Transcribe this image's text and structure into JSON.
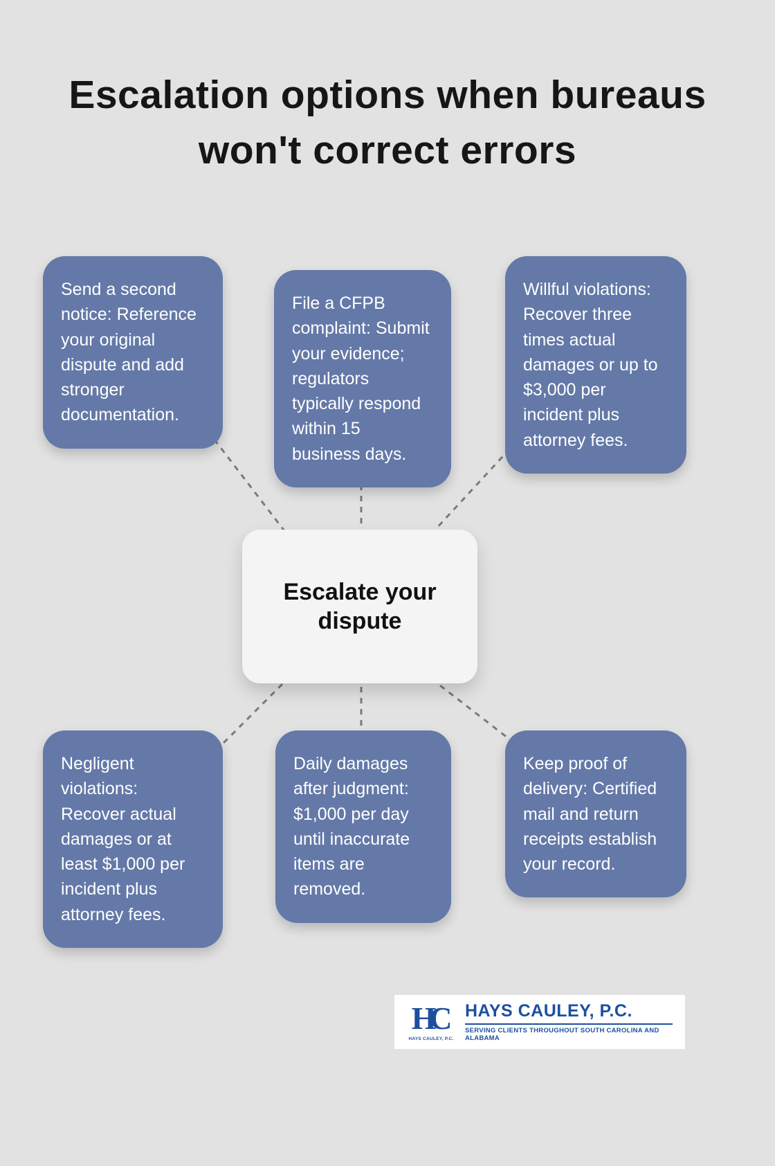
{
  "title": "Escalation options when bureaus won't correct errors",
  "center": {
    "label": "Escalate your dispute"
  },
  "nodes": [
    {
      "id": "top-left",
      "text": "Send a second notice: Reference your original dispute and add stronger documentation."
    },
    {
      "id": "top-middle",
      "text": "File a CFPB complaint: Submit your evidence; regulators typically respond within 15 business days."
    },
    {
      "id": "top-right",
      "text": "Willful violations: Recover three times actual damages or up to $3,000 per incident plus attorney fees."
    },
    {
      "id": "bottom-left",
      "text": "Negligent violations: Recover actual damages or at least $1,000 per incident plus attorney fees."
    },
    {
      "id": "bottom-middle",
      "text": "Daily damages after judgment: $1,000 per day until inaccurate items are removed."
    },
    {
      "id": "bottom-right",
      "text": "Keep proof of delivery: Certified mail and return receipts establish your record."
    }
  ],
  "logo": {
    "monogram": "HC",
    "name": "HAYS CAULEY, P.C.",
    "tagline": "SERVING CLIENTS THROUGHOUT SOUTH CAROLINA AND ALABAMA",
    "sub_name": "HAYS CAULEY, P.C."
  },
  "colors": {
    "background": "#e2e2e2",
    "node_fill": "#6479A8",
    "node_text": "#ffffff",
    "center_fill": "#f4f4f4",
    "title_text": "#161616",
    "connector": "#7a7a7a",
    "logo_blue": "#1D4F9E"
  }
}
